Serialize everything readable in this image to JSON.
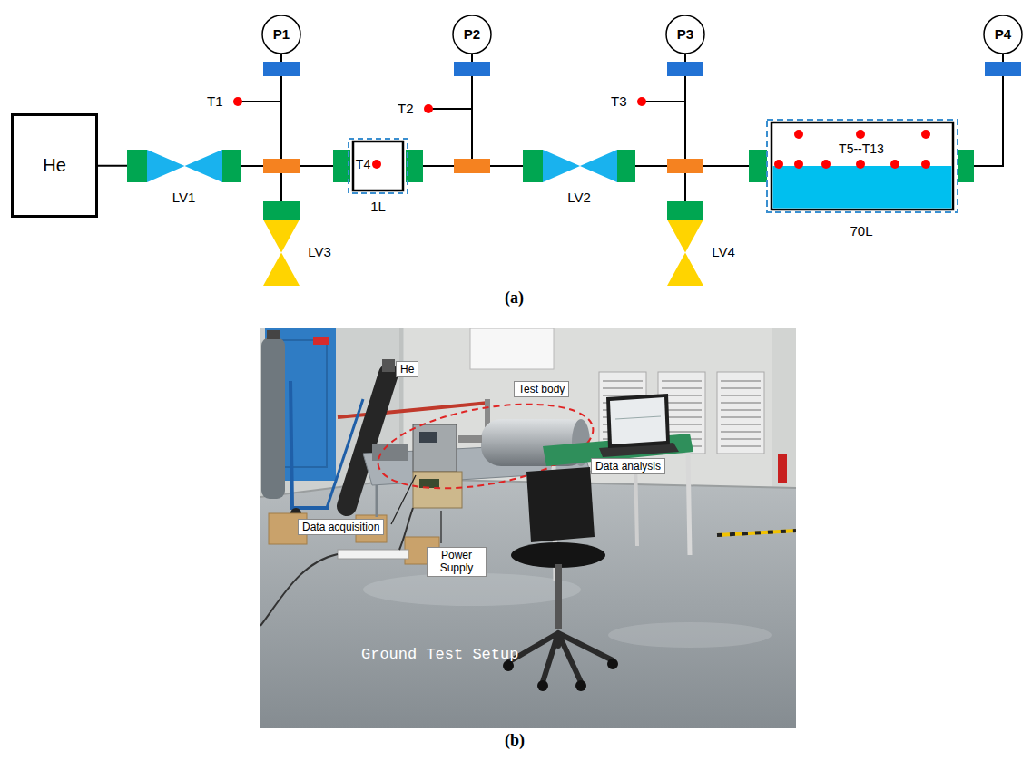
{
  "diagram": {
    "nodes": [
      {
        "text": [
          "P1"
        ]
      },
      {
        "text": [
          "P2"
        ]
      },
      {
        "text": [
          "P3"
        ]
      },
      {
        "text": [
          "P4"
        ]
      },
      {
        "text": [
          "He"
        ]
      },
      {
        "text": [
          "LV1"
        ]
      },
      {
        "text": [
          "T4",
          "1L"
        ]
      },
      {
        "text": [
          "LV2"
        ]
      },
      {
        "text": [
          "T5--T13",
          "70L"
        ]
      },
      {
        "text": [
          "LV3"
        ]
      },
      {
        "text": [
          "LV4"
        ]
      },
      {
        "text": [
          "He"
        ]
      },
      {
        "text": [
          "Test body"
        ]
      },
      {
        "text": [
          "Data analysis"
        ]
      },
      {
        "text": [
          "Data acquisition"
        ]
      },
      {
        "text": [
          "Power Supply"
        ]
      }
    ],
    "edges": [
      {
        "from": 4,
        "to": 5,
        "arrow": "none"
      },
      {
        "from": 5,
        "to": 0,
        "arrow": "none"
      },
      {
        "from": 5,
        "to": 6,
        "arrow": "none"
      },
      {
        "from": 5,
        "to": 9,
        "arrow": "none"
      },
      {
        "from": 6,
        "to": 1,
        "arrow": "none"
      },
      {
        "from": 6,
        "to": 7,
        "arrow": "none"
      },
      {
        "from": 7,
        "to": 2,
        "arrow": "none"
      },
      {
        "from": 7,
        "to": 8,
        "arrow": "none"
      },
      {
        "from": 7,
        "to": 10,
        "arrow": "none"
      },
      {
        "from": 8,
        "to": 3,
        "arrow": "none"
      }
    ],
    "labels": [
      "T1",
      "T2",
      "T3",
      "(a)",
      "Ground Test Setup",
      "(b)"
    ]
  }
}
